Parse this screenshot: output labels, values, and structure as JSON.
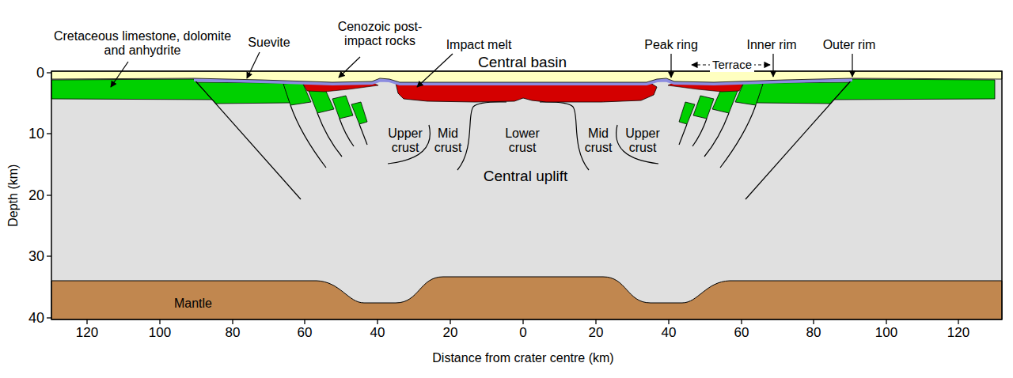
{
  "diagram": {
    "labels": [
      "Cretaceous limestone, dolomite and anhydrite",
      "Suevite",
      "Cenozoic post-impact rocks",
      "Impact melt",
      "Central basin",
      "Peak ring",
      "Terrace",
      "Inner rim",
      "Outer rim",
      "Upper crust",
      "Mid crust",
      "Lower crust",
      "Mid crust",
      "Upper crust",
      "Central uplift",
      "Mantle",
      "0",
      "10",
      "20",
      "30",
      "40",
      "Depth (km)",
      "120",
      "100",
      "80",
      "60",
      "40",
      "20",
      "0",
      "20",
      "40",
      "60",
      "80",
      "100",
      "120",
      "Distance from crater centre (km)"
    ]
  }
}
